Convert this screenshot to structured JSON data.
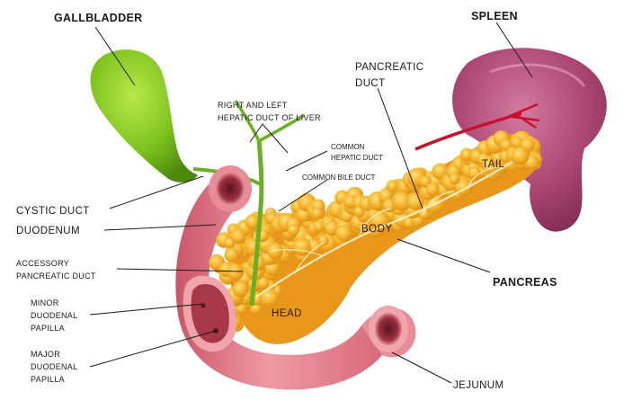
{
  "labels": {
    "gallbladder": "GALLBLADDER",
    "spleen": "SPLEEN",
    "pancreatic_duct_line1": "PANCREATIC",
    "pancreatic_duct_line2": "DUCT",
    "hepatic_ducts_line1": "RIGHT AND LEFT",
    "hepatic_ducts_line2": "HEPATIC DUCT OF LIVER",
    "common_hepatic_line1": "COMMON",
    "common_hepatic_line2": "HEPATIC DUCT",
    "common_bile_duct": "COMMON BILE DUCT",
    "tail": "TAIL",
    "body": "BODY",
    "head": "HEAD",
    "cystic_duct": "CYSTIC DUCT",
    "duodenum": "DUODENUM",
    "accessory_line1": "ACCESSORY",
    "accessory_line2": "PANCREATIC DUCT",
    "pancreas": "PANCREAS",
    "minor_line1": "MINOR",
    "minor_line2": "DUODENAL",
    "minor_line3": "PAPILLA",
    "major_line1": "MAJOR",
    "major_line2": "DUODENAL",
    "major_line3": "PAPILLA",
    "jejunum": "JEJUNUM"
  },
  "colors": {
    "gallbladder": "#7cc21e",
    "spleen": "#a8446f",
    "pancreas": "#f2a21c",
    "duodenum": "#e07a88",
    "artery": "#c8102e",
    "background": "#ffffff"
  }
}
